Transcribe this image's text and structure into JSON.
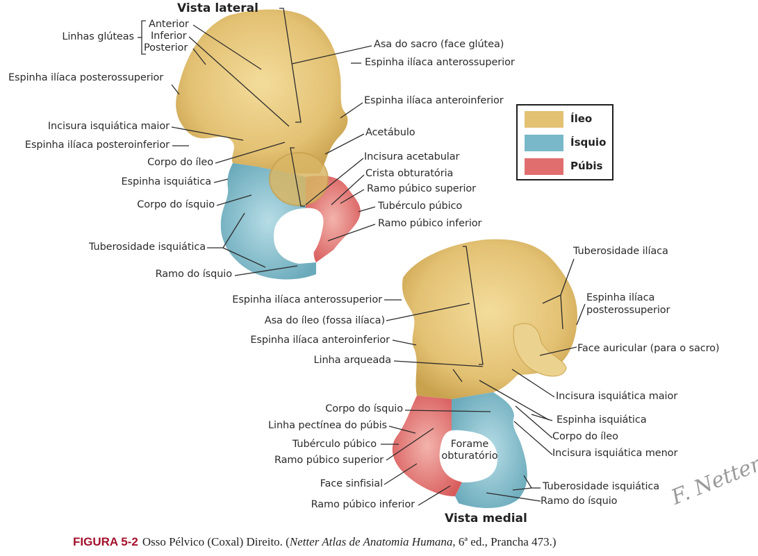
{
  "colors": {
    "ileo": "#e3c173",
    "isquio": "#79b8c8",
    "pubis": "#e06e6e",
    "caption_accent": "#a3102a",
    "leader_line": "#2b2b2b"
  },
  "legend": [
    {
      "label": "Íleo",
      "color": "#e3c173"
    },
    {
      "label": "Ísquio",
      "color": "#79b8c8"
    },
    {
      "label": "Púbis",
      "color": "#e06e6e"
    }
  ],
  "lateral_view": {
    "title": "Vista lateral",
    "group_label": "Linhas glúteas",
    "group_items": [
      "Anterior",
      "Inferior",
      "Posterior"
    ],
    "labels_left": [
      "Espinha ilíaca posterossuperior",
      "Incisura isquiática maior",
      "Espinha ilíaca posteroinferior",
      "Corpo do íleo",
      "Espinha isquiática",
      "Corpo do ísquio",
      "Tuberosidade isquiática",
      "Ramo do ísquio"
    ],
    "labels_right": [
      "Asa do sacro (face glútea)",
      "Espinha ilíaca anterossuperior",
      "Espinha ilíaca anteroinferior",
      "Acetábulo",
      "Incisura acetabular",
      "Crista obturatória",
      "Ramo púbico superior",
      "Tubérculo púbico",
      "Ramo púbico inferior"
    ]
  },
  "medial_view": {
    "title": "Vista medial",
    "foramen_label": "Forame obturatório",
    "labels_left": [
      "Espinha ilíaca anterossuperior",
      "Asa do íleo (fossa ilíaca)",
      "Espinha ilíaca anteroinferior",
      "Linha arqueada",
      "Corpo do ísquio",
      "Linha pectínea do púbis",
      "Tubérculo púbico",
      "Ramo púbico superior",
      "Face sinfisial",
      "Ramo púbico inferior"
    ],
    "labels_right": [
      "Tuberosidade ilíaca",
      "Espinha ilíaca",
      "posterossuperior",
      "Face auricular (para o sacro)",
      "Incisura isquiática maior",
      "Espinha isquiática",
      "Corpo do íleo",
      "Incisura isquiática menor",
      "Tuberosidade isquiática",
      "Ramo do ísquio"
    ]
  },
  "signature": "F. Netter M.D.",
  "caption": {
    "figure_number": "FIGURA 5-2",
    "text_before": "Osso Pélvico (Coxal) Direito. (",
    "italic_source": "Netter Atlas de Anatomia Humana",
    "text_after": ", 6ª ed., Prancha 473.)"
  }
}
